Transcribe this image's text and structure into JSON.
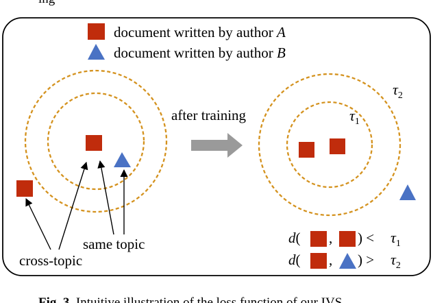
{
  "top_partial_text": "ing",
  "legend": {
    "author_a": "document written by author A",
    "author_b": "document written by author B",
    "prefix": "document written by author",
    "a_var": "A",
    "b_var": "B"
  },
  "labels": {
    "after_training": "after training",
    "same_topic": "same topic",
    "cross_topic": "cross-topic",
    "tau1": "τ1",
    "tau2": "τ2"
  },
  "formulas": {
    "f1": "d( ■ , ■ ) < τ1",
    "f2": "d( ■ , ▲ ) > τ2"
  },
  "caption": {
    "label": "Fig. 3.",
    "text": "Intuitive illustration of the loss function of our IVS"
  },
  "colors": {
    "author_a": "#c02c0c",
    "author_b": "#4a72c4",
    "circle": "#d4921e",
    "arrow": "#9a9a9a",
    "frame": "#000000"
  }
}
